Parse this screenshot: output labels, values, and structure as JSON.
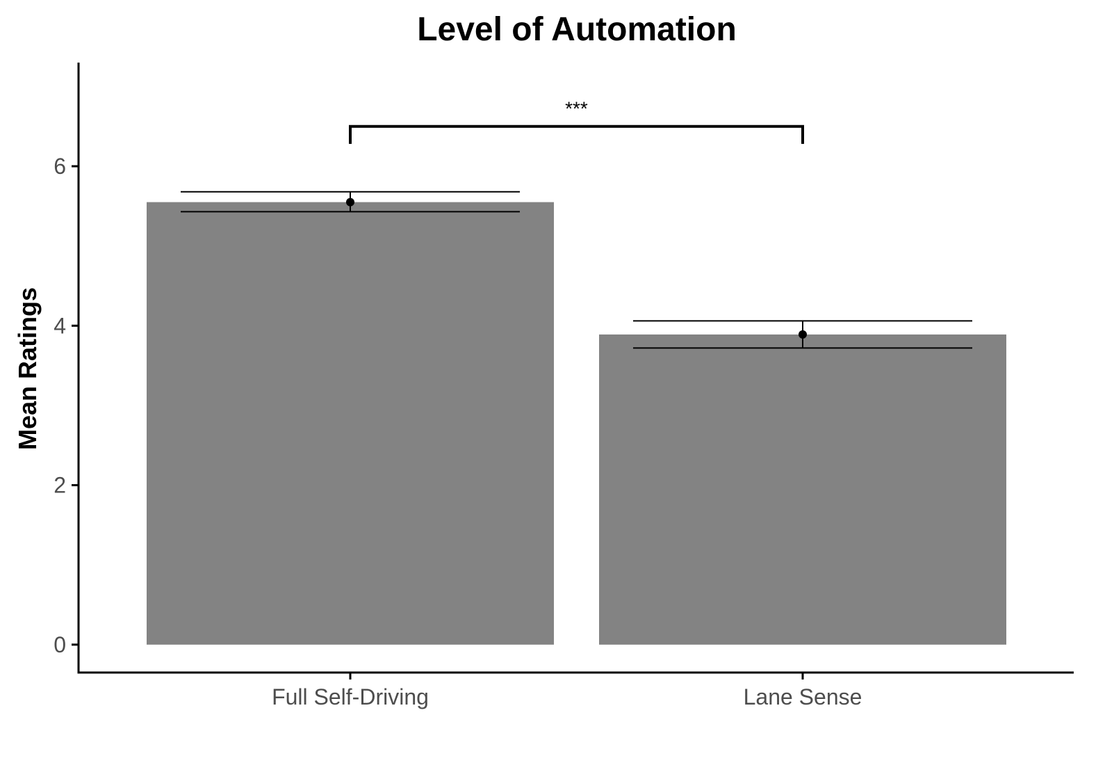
{
  "chart_data": {
    "type": "bar",
    "title": "Level of Automation",
    "xlabel": "",
    "ylabel": "Mean Ratings",
    "categories": [
      "Full Self-Driving",
      "Lane Sense"
    ],
    "values": [
      5.55,
      3.89
    ],
    "error_bars": [
      {
        "lower": 5.43,
        "upper": 5.68
      },
      {
        "lower": 3.72,
        "upper": 4.06
      }
    ],
    "ylim": [
      -0.35,
      7.3
    ],
    "y_ticks": [
      0,
      2,
      4,
      6
    ],
    "y_tick_labels": [
      "0",
      "2",
      "4",
      "6"
    ],
    "grid": false,
    "legend": "none",
    "bar_color": "#838383",
    "significance": {
      "label": "***",
      "from": "Full Self-Driving",
      "to": "Lane Sense",
      "bracket_y": 6.5,
      "bracket_tip_y": 6.28
    }
  }
}
